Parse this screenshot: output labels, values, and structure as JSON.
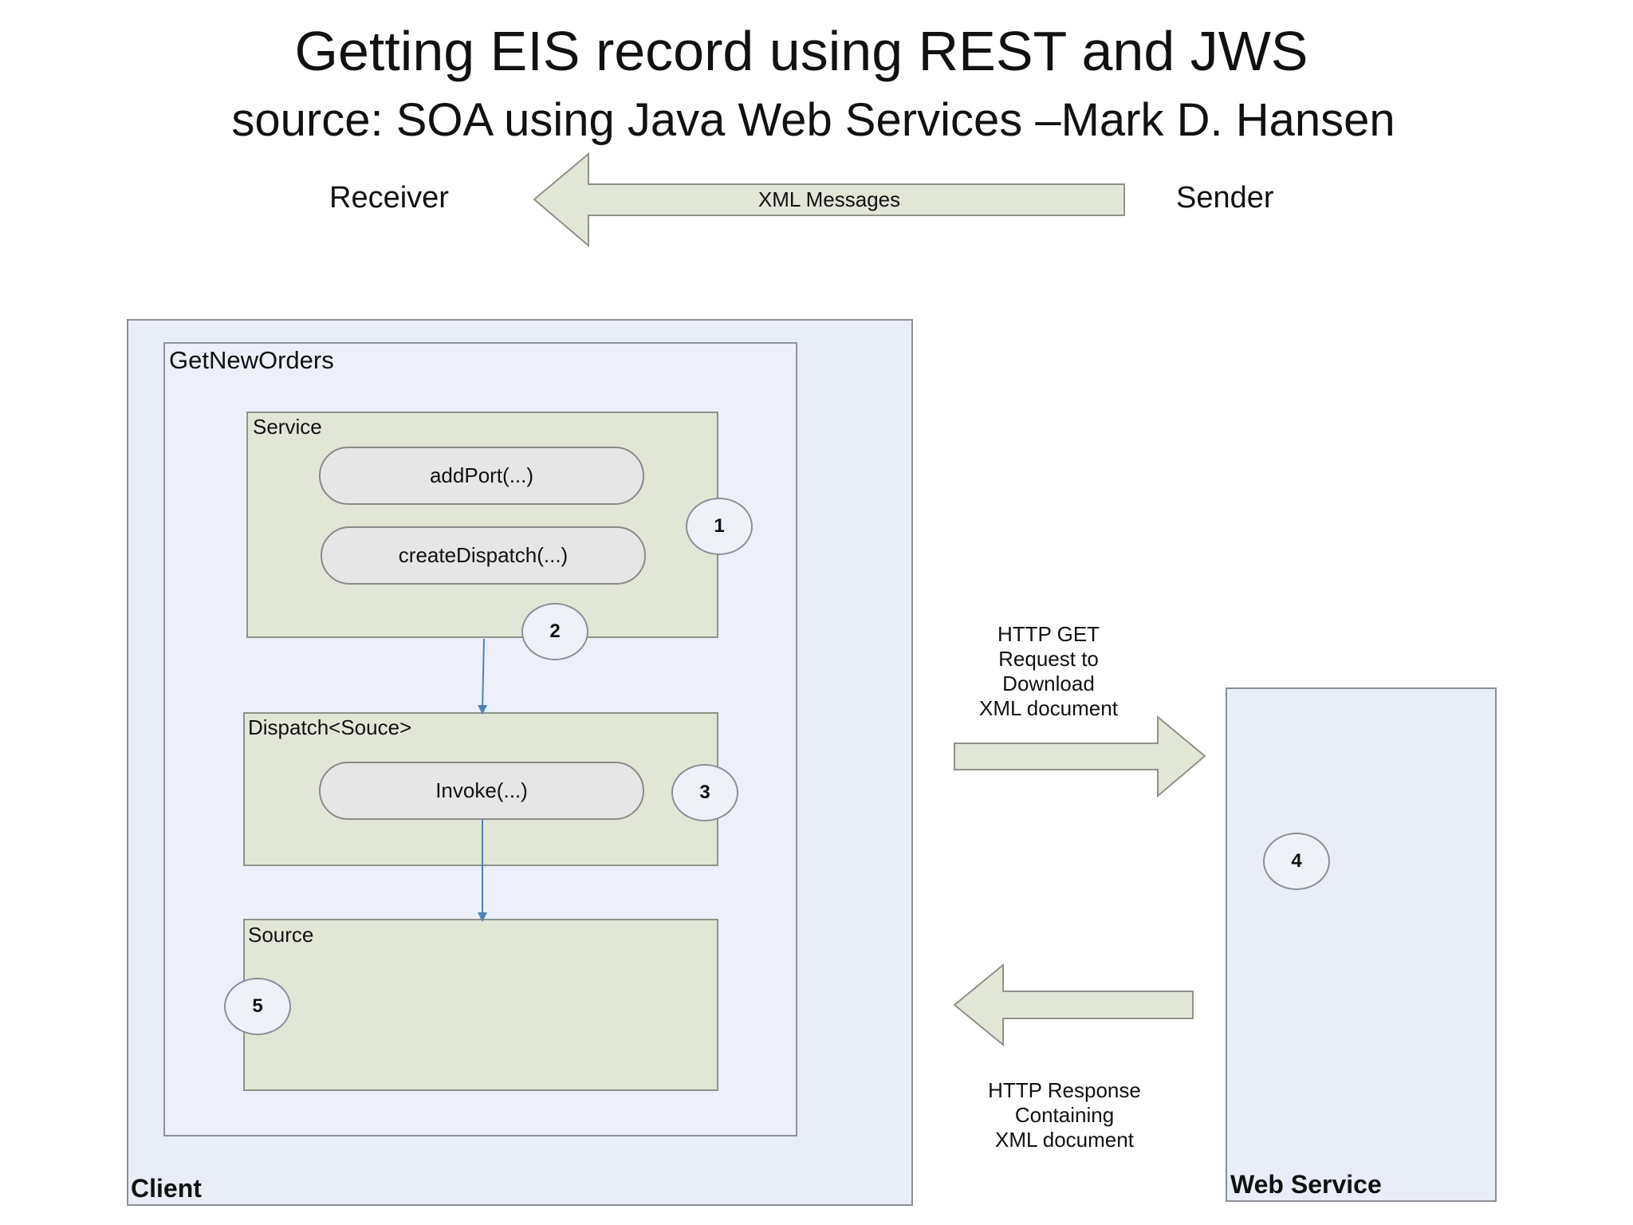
{
  "title": "Getting EIS record using REST and JWS",
  "subtitle": "source: SOA using Java Web Services –Mark D. Hansen",
  "legend": {
    "receiver": "Receiver",
    "arrow_label": "XML Messages",
    "sender": "Sender"
  },
  "client": {
    "label": "Client",
    "get_new_orders": {
      "label": "GetNewOrders",
      "service": {
        "label": "Service",
        "methods": [
          "addPort(...)",
          "createDispatch(...)"
        ]
      },
      "dispatch": {
        "label": "Dispatch<Souce>",
        "methods": [
          "Invoke(...)"
        ]
      },
      "source": {
        "label": "Source"
      }
    }
  },
  "web_service": {
    "label": "Web Service"
  },
  "steps": [
    "1",
    "2",
    "3",
    "4",
    "5"
  ],
  "request": {
    "lines": [
      "HTTP GET",
      "Request to",
      "Download",
      "XML document"
    ]
  },
  "response": {
    "lines": [
      "HTTP Response",
      "Containing",
      "XML document"
    ]
  },
  "colors": {
    "arrow_fill": "#e2e6d7",
    "arrow_stroke": "#8e9288",
    "container_fill": "#e9edf8",
    "component_fill": "#e2e6d7",
    "connector": "#4f81bd"
  }
}
